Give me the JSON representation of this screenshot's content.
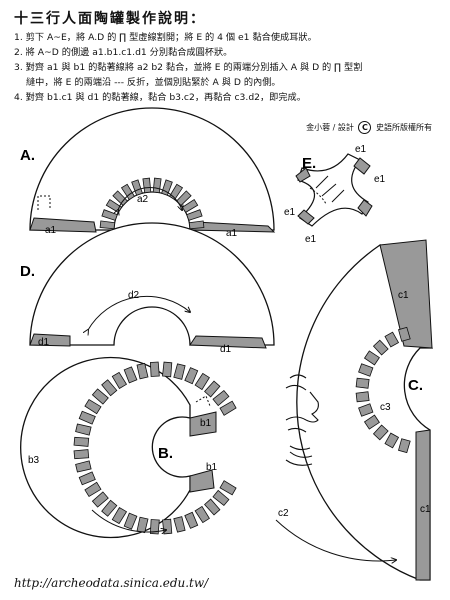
{
  "title": "十三行人面陶罐製作說明：",
  "steps": [
    "1. 剪下 A~E，將 A.D 的 ∏ 型虛線割開；將 E 的 4 個 e1 黏合使成耳狀。",
    "2. 將 A~D 的側邊 a1.b1.c1.d1 分別黏合成圓杯狀。",
    "3. 對齊 a1 與 b1 的黏著線將 a2 b2 黏合，並將 E 的兩端分別插入 A 與 D 的 ∏ 型割",
    "縫中，將 E 的兩端沿 --- 反折，並個別貼緊於 A 與 D 的內側。",
    "4. 對齊 b1.c1 與 d1 的黏著線，黏合 b3.c2，再黏合 c3.d2，即完成。"
  ],
  "credit": {
    "design": "金小蓉 / 設計",
    "copyright": "史語所版權所有",
    "mark": "C"
  },
  "url": "http://archeodata.sinica.edu.tw/",
  "pieces": {
    "A": {
      "name": "A.",
      "labels": [
        "a1",
        "a2",
        "a1"
      ]
    },
    "D": {
      "name": "D.",
      "labels": [
        "d2",
        "d1",
        "d1"
      ]
    },
    "E": {
      "name": "E.",
      "labels": [
        "e1",
        "e1",
        "e1",
        "e1"
      ]
    },
    "B": {
      "name": "B.",
      "labels": [
        "b1",
        "b1",
        "b3"
      ]
    },
    "C": {
      "name": "C.",
      "labels": [
        "c1",
        "c1",
        "c3",
        "c2"
      ]
    }
  },
  "colors": {
    "ink": "#111111",
    "tab": "#999999",
    "paper": "#ffffff"
  }
}
